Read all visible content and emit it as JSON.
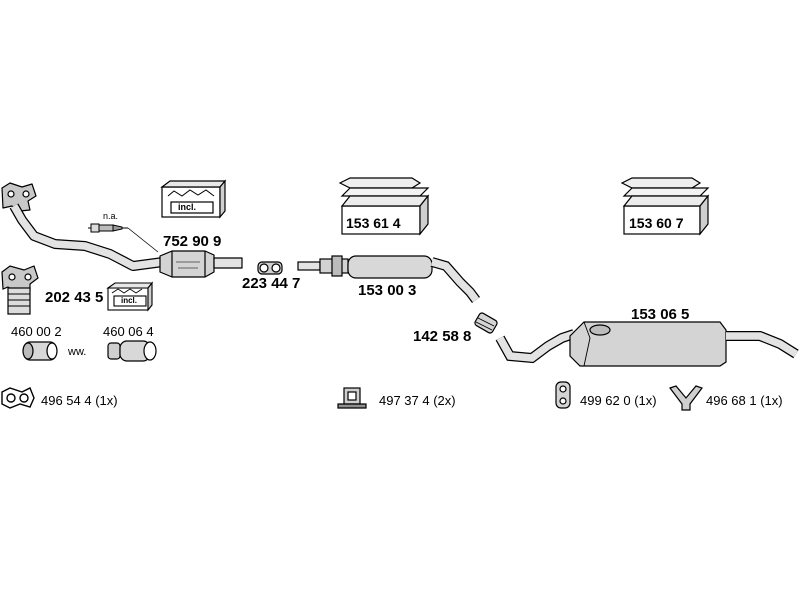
{
  "colors": {
    "line": "#000000",
    "part": "#d8d8d8",
    "shade": "#a8a8a8",
    "background": "#ffffff"
  },
  "parts": {
    "catalyst_pipe": {
      "number": "752 90 9",
      "note": "n.a.",
      "incl_label": "incl."
    },
    "flange_kit": {
      "number": "202 43 5",
      "incl_label": "incl."
    },
    "clamp": {
      "number": "223 44 7"
    },
    "front_silencer": {
      "number": "153 00 3",
      "kit_number": "153 61 4"
    },
    "connector": {
      "number": "142 58 8"
    },
    "rear_silencer": {
      "number": "153 06 5",
      "kit_number": "153 60 7"
    },
    "gasket_a": {
      "number": "460 00 2"
    },
    "gasket_b": {
      "number": "460 06 4"
    },
    "alt_mark": "ww.",
    "gasket_ring": {
      "label": "496 54 4 (1x)",
      "icon": "flange-gasket-icon"
    },
    "mount_bracket": {
      "label": "497 37 4 (2x)",
      "icon": "mounting-bracket-icon"
    },
    "rubber_hanger": {
      "label": "499 62 0 (1x)",
      "icon": "rubber-hanger-icon"
    },
    "y_hanger": {
      "label": "496 68 1 (1x)",
      "icon": "y-hanger-icon"
    }
  }
}
